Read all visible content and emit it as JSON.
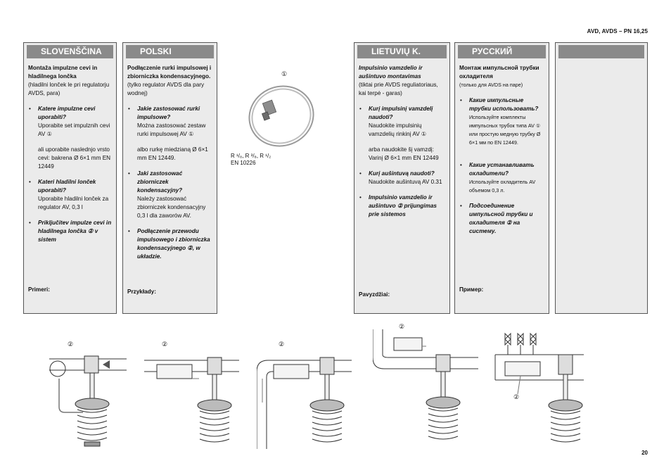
{
  "header": "AVD, AVDS – PN 16,25",
  "page_number": "20",
  "columns": [
    {
      "title": "SLOVENŠČINA",
      "heading_bold": "Montaža impulzne cevi in hladilnega lončka",
      "heading_note": "(hladilni lonček le pri regulatorju AVDS, para)",
      "items": [
        {
          "q": "Katere impulzne cevi uporabiti?",
          "a": "Uporabite set impulznih cevi AV ①",
          "a2": "ali uporabite naslednjo vrsto cevi: bakrena Ø 6×1 mm EN 12449"
        },
        {
          "q": "Kateri hladilni lonček uporabiti?",
          "a": "Uporabite hladilni lonček za regulator AV, 0,3 l",
          "a2": ""
        },
        {
          "q": "Priključitev impulze cevi in hladilnega lončka ② v sistem",
          "a": "",
          "a2": ""
        }
      ],
      "examples": "Primeri:"
    },
    {
      "title": "POLSKI",
      "heading_bold": "Podłączenie rurki impulsowej i zbiorniczka kondensacyjnego.",
      "heading_note": "(tylko regulator AVDS dla pary wodnej)",
      "items": [
        {
          "q": "Jakie zastosować rurki impulsowe?",
          "a": "Można zastosować zestaw rurki impulsowej AV ①",
          "a2": "albo rurkę miedzianą Ø 6×1 mm EN 12449."
        },
        {
          "q": "Jaki zastosować zbiorniczek kondensacyjny?",
          "a": "Należy zastosować zbiorniczek kondensacyjny 0,3 l dla zaworów AV.",
          "a2": ""
        },
        {
          "q": "Podłączenie przewodu impulsowego i zbiorniczka kondensacyjnego ②, w układzie.",
          "a": "",
          "a2": ""
        }
      ],
      "examples": "Przykłady:"
    },
    {
      "title": "LIETUVIŲ K.",
      "heading_bold": "Impulsinio vamzdelio ir aušintuvo montavimas",
      "heading_note": "(tiktai prie AVDS reguliatoriaus, kai terpė - garas)",
      "items": [
        {
          "q": "Kurį impulsinį vamzdelį naudoti?",
          "a": "Naudokite impulsinių vamzdelių rinkinį AV ①",
          "a2": "arba naudokite šį vamzdį: Varinį Ø 6×1 mm EN 12449"
        },
        {
          "q": "Kurį aušintuvą naudoti?",
          "a": "Naudokite aušintuvą AV 0.31",
          "a2": ""
        },
        {
          "q": "Impulsinio vamzdelio ir aušintuvo ② prijungimas prie sistemos",
          "a": "",
          "a2": ""
        }
      ],
      "examples": "Pavyzdžiai:"
    },
    {
      "title": "РУССКИЙ",
      "heading_bold": "Монтаж импульсной трубки охладителя",
      "heading_note": "(только для AVDS на паре)",
      "items": [
        {
          "q": "Какие импульсные трубки использовать?",
          "a": "Используйте комплекты импульсных трубок типа AV ① или простую медную трубку Ø 6×1 мм по EN 12449.",
          "a2": ""
        },
        {
          "q": "Какие устанавливать охладители?",
          "a": "Используйте охладитель AV объемом 0,3 л.",
          "a2": ""
        },
        {
          "q": "Подсоединение импульсной трубки и охладителя ② на систему.",
          "a": "",
          "a2": ""
        }
      ],
      "examples": "Пример:"
    },
    {
      "title": ""
    }
  ],
  "pipe_set": {
    "marker": "①",
    "label_line1": "R ¹/₈, R ³/₈, R ¹/₂",
    "label_line2": "EN 10226"
  },
  "figures": [
    {
      "marker": "②"
    },
    {
      "marker": "②"
    },
    {
      "marker": "②"
    },
    {
      "marker": "②"
    },
    {
      "marker": "②"
    }
  ]
}
